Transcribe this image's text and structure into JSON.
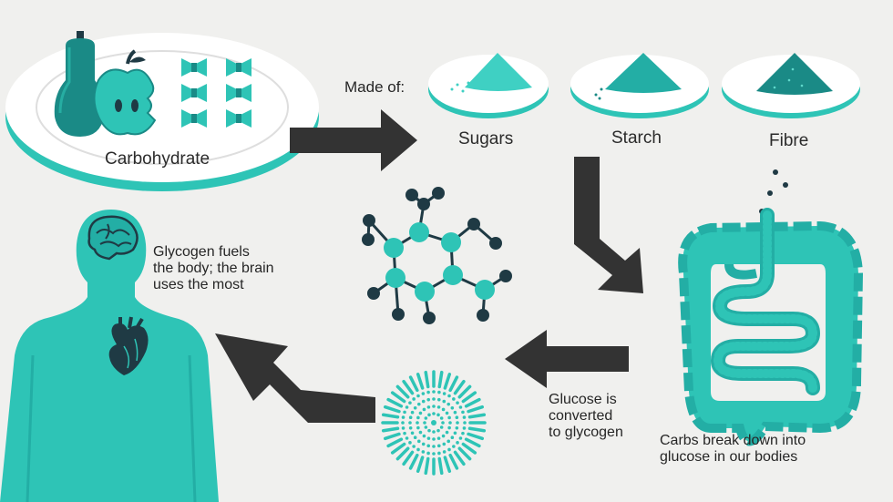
{
  "colors": {
    "teal": "#2ec4b6",
    "teal_mid": "#23aea5",
    "teal_dark": "#1a8a86",
    "navy": "#1f3a44",
    "arrow": "#333333",
    "plate": "#ffffff",
    "background": "#f0f0ee"
  },
  "icons": [
    "butternut-squash-icon",
    "apple-icon",
    "pasta-icon",
    "molecule-icon",
    "glycogen-icon",
    "intestine-icon",
    "human-body-icon",
    "brain-icon",
    "heart-icon"
  ],
  "carbohydrate": {
    "label": "Carbohydrate"
  },
  "made_of": {
    "label": "Made of:",
    "items": [
      {
        "label": "Sugars"
      },
      {
        "label": "Starch"
      },
      {
        "label": "Fibre"
      }
    ]
  },
  "intestine": {
    "label": "Carbs break down into\nglucose in our bodies"
  },
  "glycogen": {
    "label": "Glucose is\nconverted\nto glycogen"
  },
  "body": {
    "label": "Glycogen fuels\nthe body; the brain\nuses the most"
  }
}
